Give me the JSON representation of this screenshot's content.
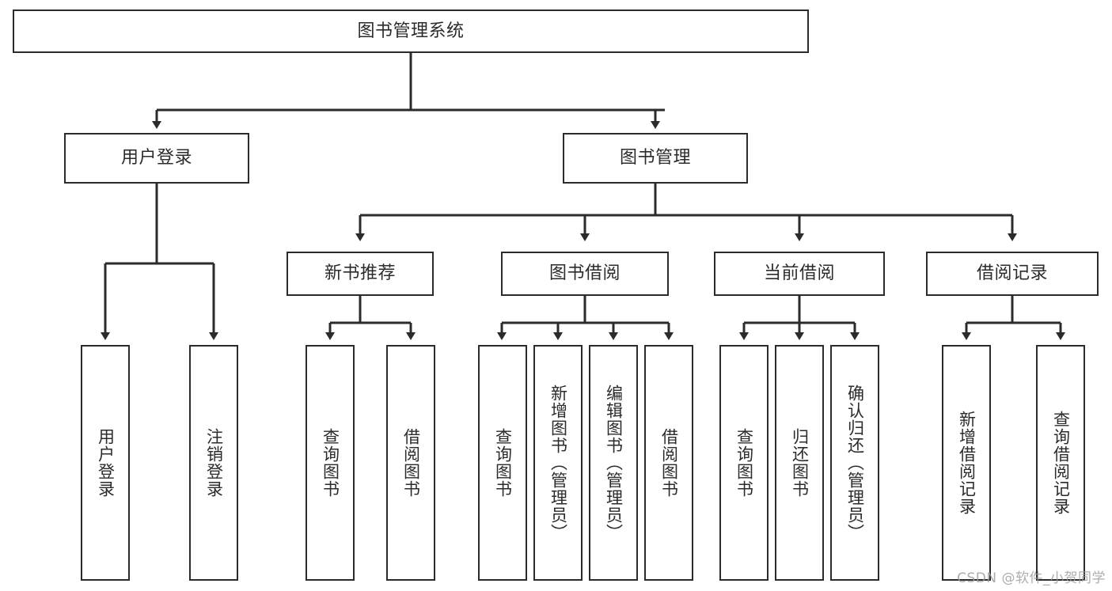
{
  "diagram": {
    "title": "图书管理系统",
    "type": "tree-hierarchy-diagram",
    "watermark": "CSDN @软件_小贺同学",
    "style": {
      "box_border_color": "#2b2b2b",
      "box_fill_color": "#ffffff",
      "edge_color": "#2b2b2b",
      "background_color": "#ffffff",
      "watermark_color": "#9a9a9a"
    },
    "levels": {
      "root": {
        "label": "图书管理系统"
      },
      "level2": [
        {
          "id": "user-login",
          "label": "用户登录"
        },
        {
          "id": "book-management",
          "label": "图书管理"
        }
      ],
      "level3": [
        {
          "id": "new-book-recommend",
          "label": "新书推荐",
          "parent": "book-management"
        },
        {
          "id": "book-borrow",
          "label": "图书借阅",
          "parent": "book-management"
        },
        {
          "id": "current-borrow",
          "label": "当前借阅",
          "parent": "book-management"
        },
        {
          "id": "borrow-record",
          "label": "借阅记录",
          "parent": "book-management"
        }
      ],
      "leaves": {
        "user-login": [
          {
            "id": "leaf-user-login",
            "label": "用户登录"
          },
          {
            "id": "leaf-user-logout",
            "label": "注销登录"
          }
        ],
        "new-book-recommend": [
          {
            "id": "leaf-query-book-1",
            "label": "查询图书"
          },
          {
            "id": "leaf-borrow-book-1",
            "label": "借阅图书"
          }
        ],
        "book-borrow": [
          {
            "id": "leaf-query-book-2",
            "label": "查询图书"
          },
          {
            "id": "leaf-add-book",
            "label": "新增图书（管理员）"
          },
          {
            "id": "leaf-edit-book",
            "label": "编辑图书（管理员）"
          },
          {
            "id": "leaf-borrow-book-2",
            "label": "借阅图书"
          }
        ],
        "current-borrow": [
          {
            "id": "leaf-query-book-3",
            "label": "查询图书"
          },
          {
            "id": "leaf-return-book",
            "label": "归还图书"
          },
          {
            "id": "leaf-confirm-return",
            "label": "确认归还（管理员）"
          }
        ],
        "borrow-record": [
          {
            "id": "leaf-add-record",
            "label": "新增借阅记录"
          },
          {
            "id": "leaf-query-record",
            "label": "查询借阅记录"
          }
        ]
      }
    }
  }
}
